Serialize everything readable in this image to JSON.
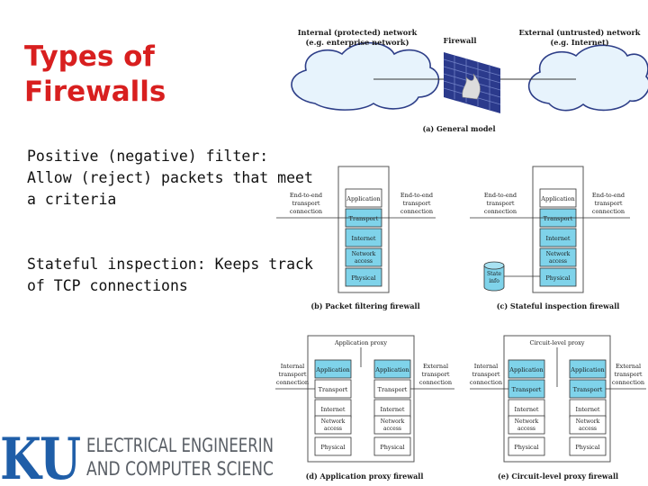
{
  "slide": {
    "title_line1": "Types of",
    "title_line2": "Firewalls",
    "bullet1": "Positive (negative) filter: Allow (reject) packets that meet a criteria",
    "bullet2": "Stateful inspection: Keeps track of TCP connections"
  },
  "logo": {
    "letters": "KU",
    "line1": "ELECTRICAL ENGINEERIN",
    "line2": "AND COMPUTER SCIENC"
  },
  "general_model": {
    "internal_line1": "Internal (protected) network",
    "internal_line2": "(e.g. enterprise network)",
    "firewall": "Firewall",
    "external_line1": "External (untrusted) network",
    "external_line2": "(e.g. Internet)",
    "caption": "(a) General model"
  },
  "layers": {
    "application": "Application",
    "transport": "Transport",
    "internet": "Internet",
    "network_access_1": "Network",
    "network_access_2": "access",
    "physical": "Physical"
  },
  "labels": {
    "end_to_end_1": "End-to-end",
    "end_to_end_2": "transport",
    "end_to_end_3": "connection",
    "internal_1": "Internal",
    "internal_2": "transport",
    "internal_3": "connection",
    "external_1": "External",
    "external_2": "transport",
    "external_3": "connection",
    "state_1": "State",
    "state_2": "info",
    "application_proxy": "Application proxy",
    "circuit_proxy": "Circuit-level proxy"
  },
  "captions": {
    "b": "(b) Packet filtering firewall",
    "c": "(c) Stateful inspection firewall",
    "d": "(d) Application proxy firewall",
    "e": "(e) Circuit-level proxy firewall"
  },
  "colors": {
    "title": "#d81f1f",
    "highlight_layer": "#7fd3ea",
    "layer_fill": "#ffffff",
    "cloud_fill": "#e7f3fc",
    "cloud_stroke": "#2d3e88",
    "wall": "#2b3a8c",
    "logo_blue": "#1f5ea8"
  }
}
